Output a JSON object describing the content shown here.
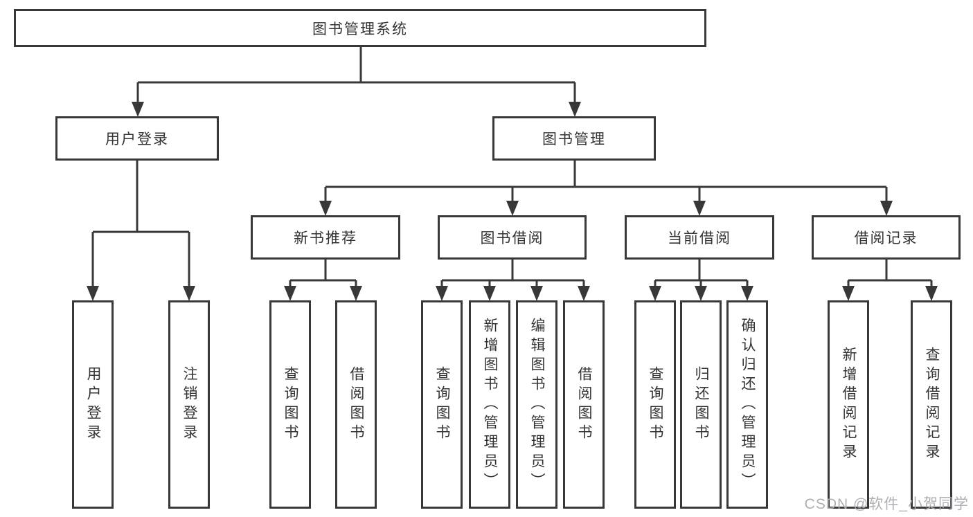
{
  "diagram": {
    "root": {
      "label": "图书管理系统"
    },
    "level2": [
      {
        "label": "用户登录"
      },
      {
        "label": "图书管理"
      }
    ],
    "level3": [
      {
        "label": "新书推荐"
      },
      {
        "label": "图书借阅"
      },
      {
        "label": "当前借阅"
      },
      {
        "label": "借阅记录"
      }
    ],
    "leaves": [
      {
        "label": "用户登录"
      },
      {
        "label": "注销登录"
      },
      {
        "label": "查询图书"
      },
      {
        "label": "借阅图书"
      },
      {
        "label": "查询图书"
      },
      {
        "label": "新增图书（管理员）"
      },
      {
        "label": "编辑图书（管理员）"
      },
      {
        "label": "借阅图书"
      },
      {
        "label": "查询图书"
      },
      {
        "label": "归还图书"
      },
      {
        "label": "确认归还（管理员）"
      },
      {
        "label": "新增借阅记录"
      },
      {
        "label": "查询借阅记录"
      }
    ]
  },
  "watermark": {
    "text": "CSDN @软件_小贺同学"
  },
  "colors": {
    "line": "#383838",
    "text": "#333333",
    "watermark": "#abABb0",
    "background": "#ffffff"
  }
}
